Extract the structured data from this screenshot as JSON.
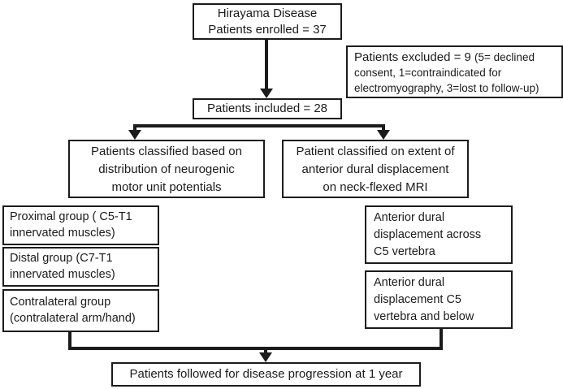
{
  "diagram": {
    "type": "flowchart",
    "colors": {
      "box_border": "#1b1b1b",
      "connector": "#1b1b1b",
      "text": "#1b1b1b",
      "background": "#ffffff"
    },
    "boxes": {
      "enrolled": {
        "lines": [
          "Hirayama Disease",
          "Patients enrolled = 37"
        ]
      },
      "excluded": {
        "main": "Patients excluded = 9",
        "detail": "(5= declined consent, 1=contraindicated for electromyography, 3=lost to follow-up)"
      },
      "included": {
        "lines": [
          "Patients included = 28"
        ]
      },
      "emg_classification": {
        "lines": [
          "Patients classified based on",
          "distribution of neurogenic",
          "motor unit potentials"
        ]
      },
      "mri_classification": {
        "lines": [
          "Patient classified on extent of",
          "anterior dural displacement",
          "on neck-flexed MRI"
        ]
      },
      "proximal_group": {
        "lines": [
          "Proximal group ( C5-T1",
          "innervated muscles)"
        ]
      },
      "distal_group": {
        "lines": [
          "Distal group (C7-T1",
          "innervated muscles)"
        ]
      },
      "contralateral_group": {
        "lines": [
          "Contralateral group",
          "(contralateral arm/hand)"
        ]
      },
      "dural_across_c5": {
        "lines": [
          "Anterior dural",
          "displacement across",
          "C5 vertebra"
        ]
      },
      "dural_c5_below": {
        "lines": [
          "Anterior dural",
          "displacement C5",
          "vertebra and below"
        ]
      },
      "followup": {
        "lines": [
          "Patients followed for disease progression at 1 year"
        ]
      }
    }
  }
}
